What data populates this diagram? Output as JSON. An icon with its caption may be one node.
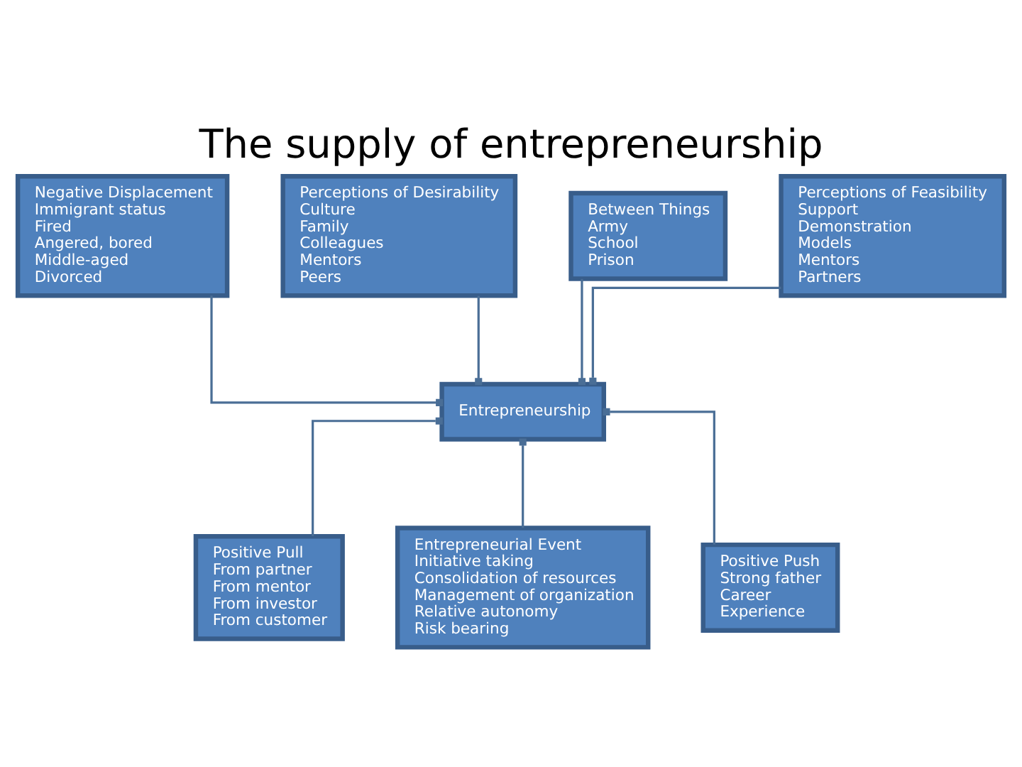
{
  "diagram": {
    "title": "The supply of entrepreneurship",
    "nodes": [
      {
        "text": [
          "Negative Displacement",
          "Immigrant status",
          "Fired",
          "Angered, bored",
          "Middle-aged",
          "Divorced"
        ]
      },
      {
        "text": [
          "Perceptions of Desirability",
          "Culture",
          "Family",
          "Colleagues",
          "Mentors",
          "Peers"
        ]
      },
      {
        "text": [
          "Between Things",
          "Army",
          "School",
          "Prison"
        ]
      },
      {
        "text": [
          "Perceptions of Feasibility",
          "Support",
          "Demonstration",
          "Models",
          "Mentors",
          "Partners"
        ]
      },
      {
        "text": [
          "Entrepreneurship"
        ]
      },
      {
        "text": [
          "Positive Pull",
          "From partner",
          "From mentor",
          "From investor",
          "From customer"
        ]
      },
      {
        "text": [
          "Entrepreneurial Event",
          "Initiative taking",
          "Consolidation of resources",
          "Management of organization",
          "Relative autonomy",
          "Risk bearing"
        ]
      },
      {
        "text": [
          "Positive Push",
          "Strong father",
          "Career",
          "Experience"
        ]
      }
    ],
    "edges": [
      {
        "from": 2,
        "to": 4,
        "arrow": "other"
      },
      {
        "from": 0,
        "to": 4,
        "arrow": "other"
      },
      {
        "from": 1,
        "to": 4,
        "arrow": "other"
      },
      {
        "from": 3,
        "to": 4,
        "arrow": "other"
      },
      {
        "from": 5,
        "to": 4,
        "arrow": "other"
      },
      {
        "from": 7,
        "to": 4,
        "arrow": "other"
      },
      {
        "from": 6,
        "to": 4,
        "arrow": "other"
      }
    ]
  }
}
